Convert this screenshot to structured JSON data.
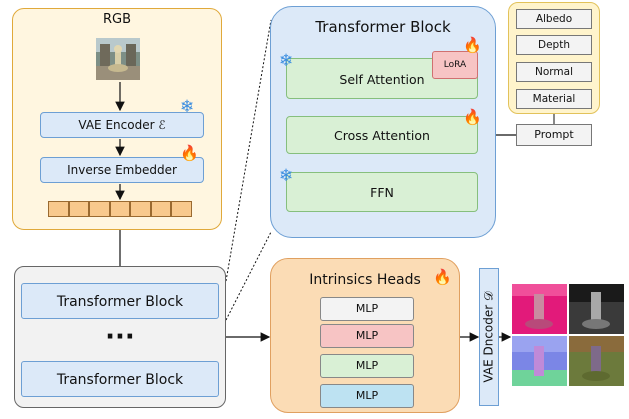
{
  "rgb_panel": {
    "title": "RGB"
  },
  "vae_encoder": {
    "label": "VAE Encoder ℰ"
  },
  "inverse_embedder": {
    "label": "Inverse Embedder"
  },
  "transformer_block_detail": {
    "title": "Transformer Block",
    "self_attention": "Self Attention",
    "lora": "LoRA",
    "cross_attention": "Cross Attention",
    "ffn": "FFN"
  },
  "transformer_stack": {
    "block_top": "Transformer Block",
    "ellipsis": "···",
    "block_bottom": "Transformer Block"
  },
  "intrinsics_heads": {
    "title": "Intrinsics Heads",
    "mlps": [
      {
        "label": "MLP",
        "color": "#f3f3f3"
      },
      {
        "label": "MLP",
        "color": "#f7c4c4"
      },
      {
        "label": "MLP",
        "color": "#d9f0d5"
      },
      {
        "label": "MLP",
        "color": "#bde2f2"
      }
    ]
  },
  "prompts": {
    "items": [
      "Albedo",
      "Depth",
      "Normal",
      "Material"
    ],
    "box": "Prompt"
  },
  "vae_decoder": {
    "label": "VAE Dncoder 𝒟"
  },
  "colors": {
    "frozen": "#3a8de0",
    "trainable": "#f26a1b"
  }
}
